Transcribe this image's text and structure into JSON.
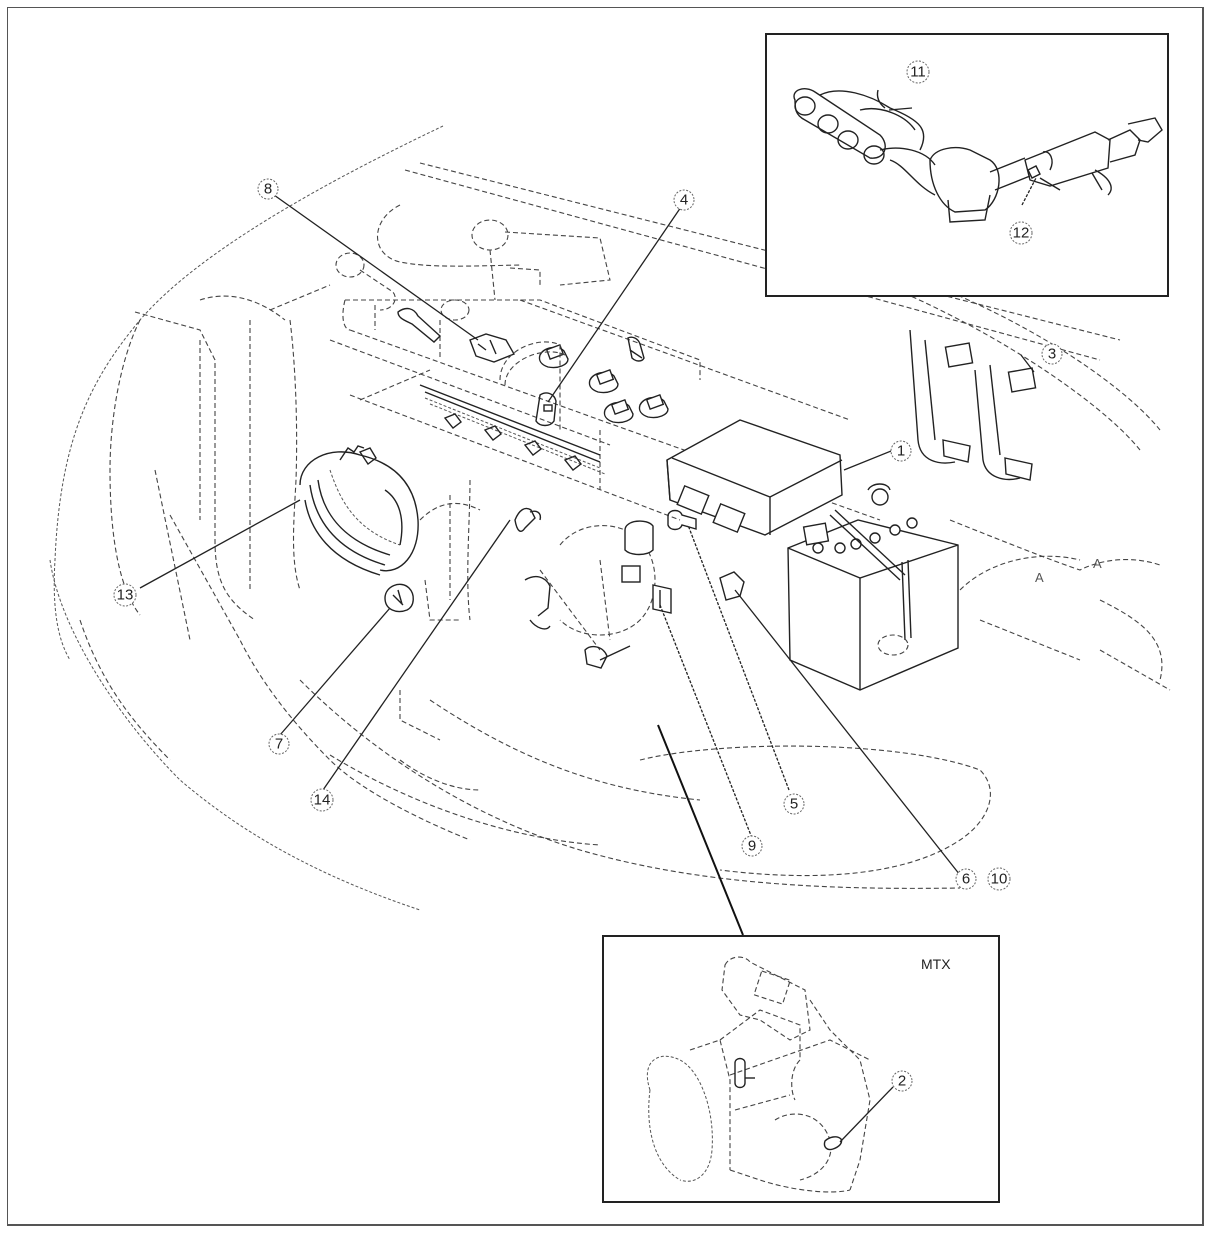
{
  "diagram": {
    "subject": "engine-compartment-component-locations",
    "callouts": [
      {
        "id": "1",
        "label": "1"
      },
      {
        "id": "2",
        "label": "2"
      },
      {
        "id": "3",
        "label": "3"
      },
      {
        "id": "4",
        "label": "4"
      },
      {
        "id": "5",
        "label": "5"
      },
      {
        "id": "6",
        "label": "6"
      },
      {
        "id": "7",
        "label": "7"
      },
      {
        "id": "8",
        "label": "8"
      },
      {
        "id": "9",
        "label": "9"
      },
      {
        "id": "10",
        "label": "10"
      },
      {
        "id": "11",
        "label": "11"
      },
      {
        "id": "12",
        "label": "12"
      },
      {
        "id": "13",
        "label": "13"
      },
      {
        "id": "14",
        "label": "14"
      }
    ],
    "insets": {
      "exhaust": {
        "callouts": [
          "11",
          "12"
        ]
      },
      "transaxle": {
        "label": "MTX",
        "callouts": [
          "2"
        ]
      }
    }
  }
}
